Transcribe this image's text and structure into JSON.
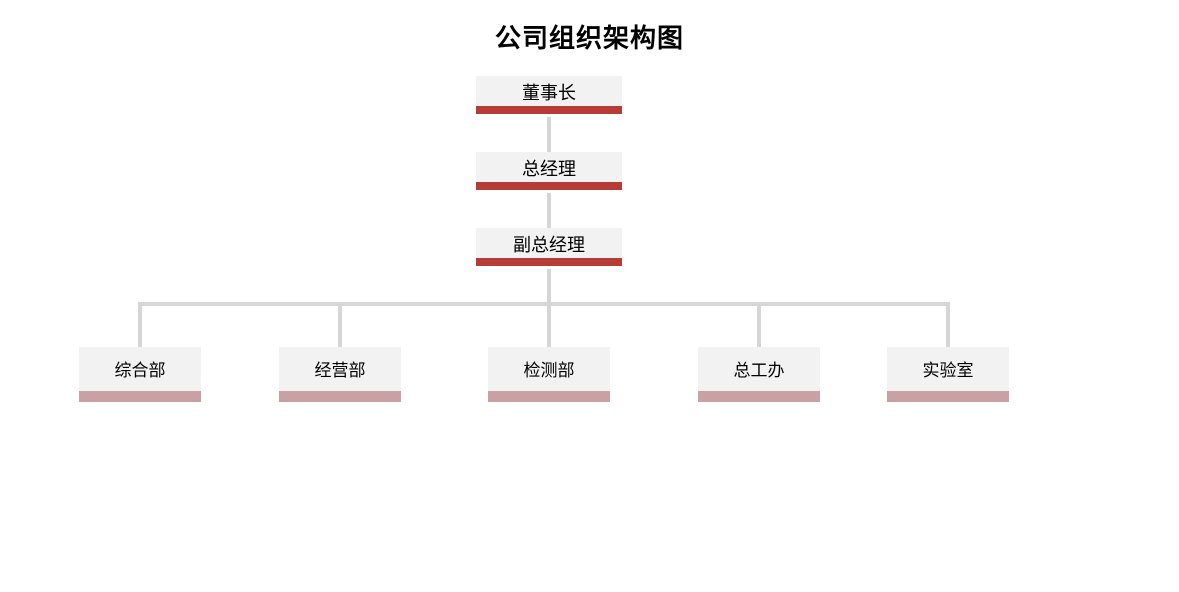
{
  "title": "公司组织架构图",
  "colors": {
    "background": "#ffffff",
    "node_fill": "#f2f2f2",
    "exec_bar": "#b83c36",
    "dept_bar": "#c9a0a3",
    "connector": "#d6d6d6",
    "text": "#000000"
  },
  "chart_data": {
    "type": "diagram",
    "diagram_type": "org-chart",
    "title": "公司组织架构图",
    "orientation": "top-down",
    "levels": 4,
    "nodes": [
      {
        "id": "chairman",
        "label": "董事长",
        "level": 1,
        "tier": "executive",
        "parent": null
      },
      {
        "id": "gm",
        "label": "总经理",
        "level": 2,
        "tier": "executive",
        "parent": "chairman"
      },
      {
        "id": "deputy-gm",
        "label": "副总经理",
        "level": 3,
        "tier": "executive",
        "parent": "gm"
      },
      {
        "id": "dept-1",
        "label": "综合部",
        "level": 4,
        "tier": "department",
        "parent": "deputy-gm"
      },
      {
        "id": "dept-2",
        "label": "经营部",
        "level": 4,
        "tier": "department",
        "parent": "deputy-gm"
      },
      {
        "id": "dept-3",
        "label": "检测部",
        "level": 4,
        "tier": "department",
        "parent": "deputy-gm"
      },
      {
        "id": "dept-4",
        "label": "总工办",
        "level": 4,
        "tier": "department",
        "parent": "deputy-gm"
      },
      {
        "id": "dept-5",
        "label": "实验室",
        "level": 4,
        "tier": "department",
        "parent": "deputy-gm"
      }
    ],
    "edges": [
      {
        "from": "chairman",
        "to": "gm"
      },
      {
        "from": "gm",
        "to": "deputy-gm"
      },
      {
        "from": "deputy-gm",
        "to": "dept-1"
      },
      {
        "from": "deputy-gm",
        "to": "dept-2"
      },
      {
        "from": "deputy-gm",
        "to": "dept-3"
      },
      {
        "from": "deputy-gm",
        "to": "dept-4"
      },
      {
        "from": "deputy-gm",
        "to": "dept-5"
      }
    ]
  },
  "executive": {
    "chairman": "董事长",
    "general_manager": "总经理",
    "deputy_general_manager": "副总经理"
  },
  "departments": [
    {
      "label": "综合部"
    },
    {
      "label": "经营部"
    },
    {
      "label": "检测部"
    },
    {
      "label": "总工办"
    },
    {
      "label": "实验室"
    }
  ]
}
